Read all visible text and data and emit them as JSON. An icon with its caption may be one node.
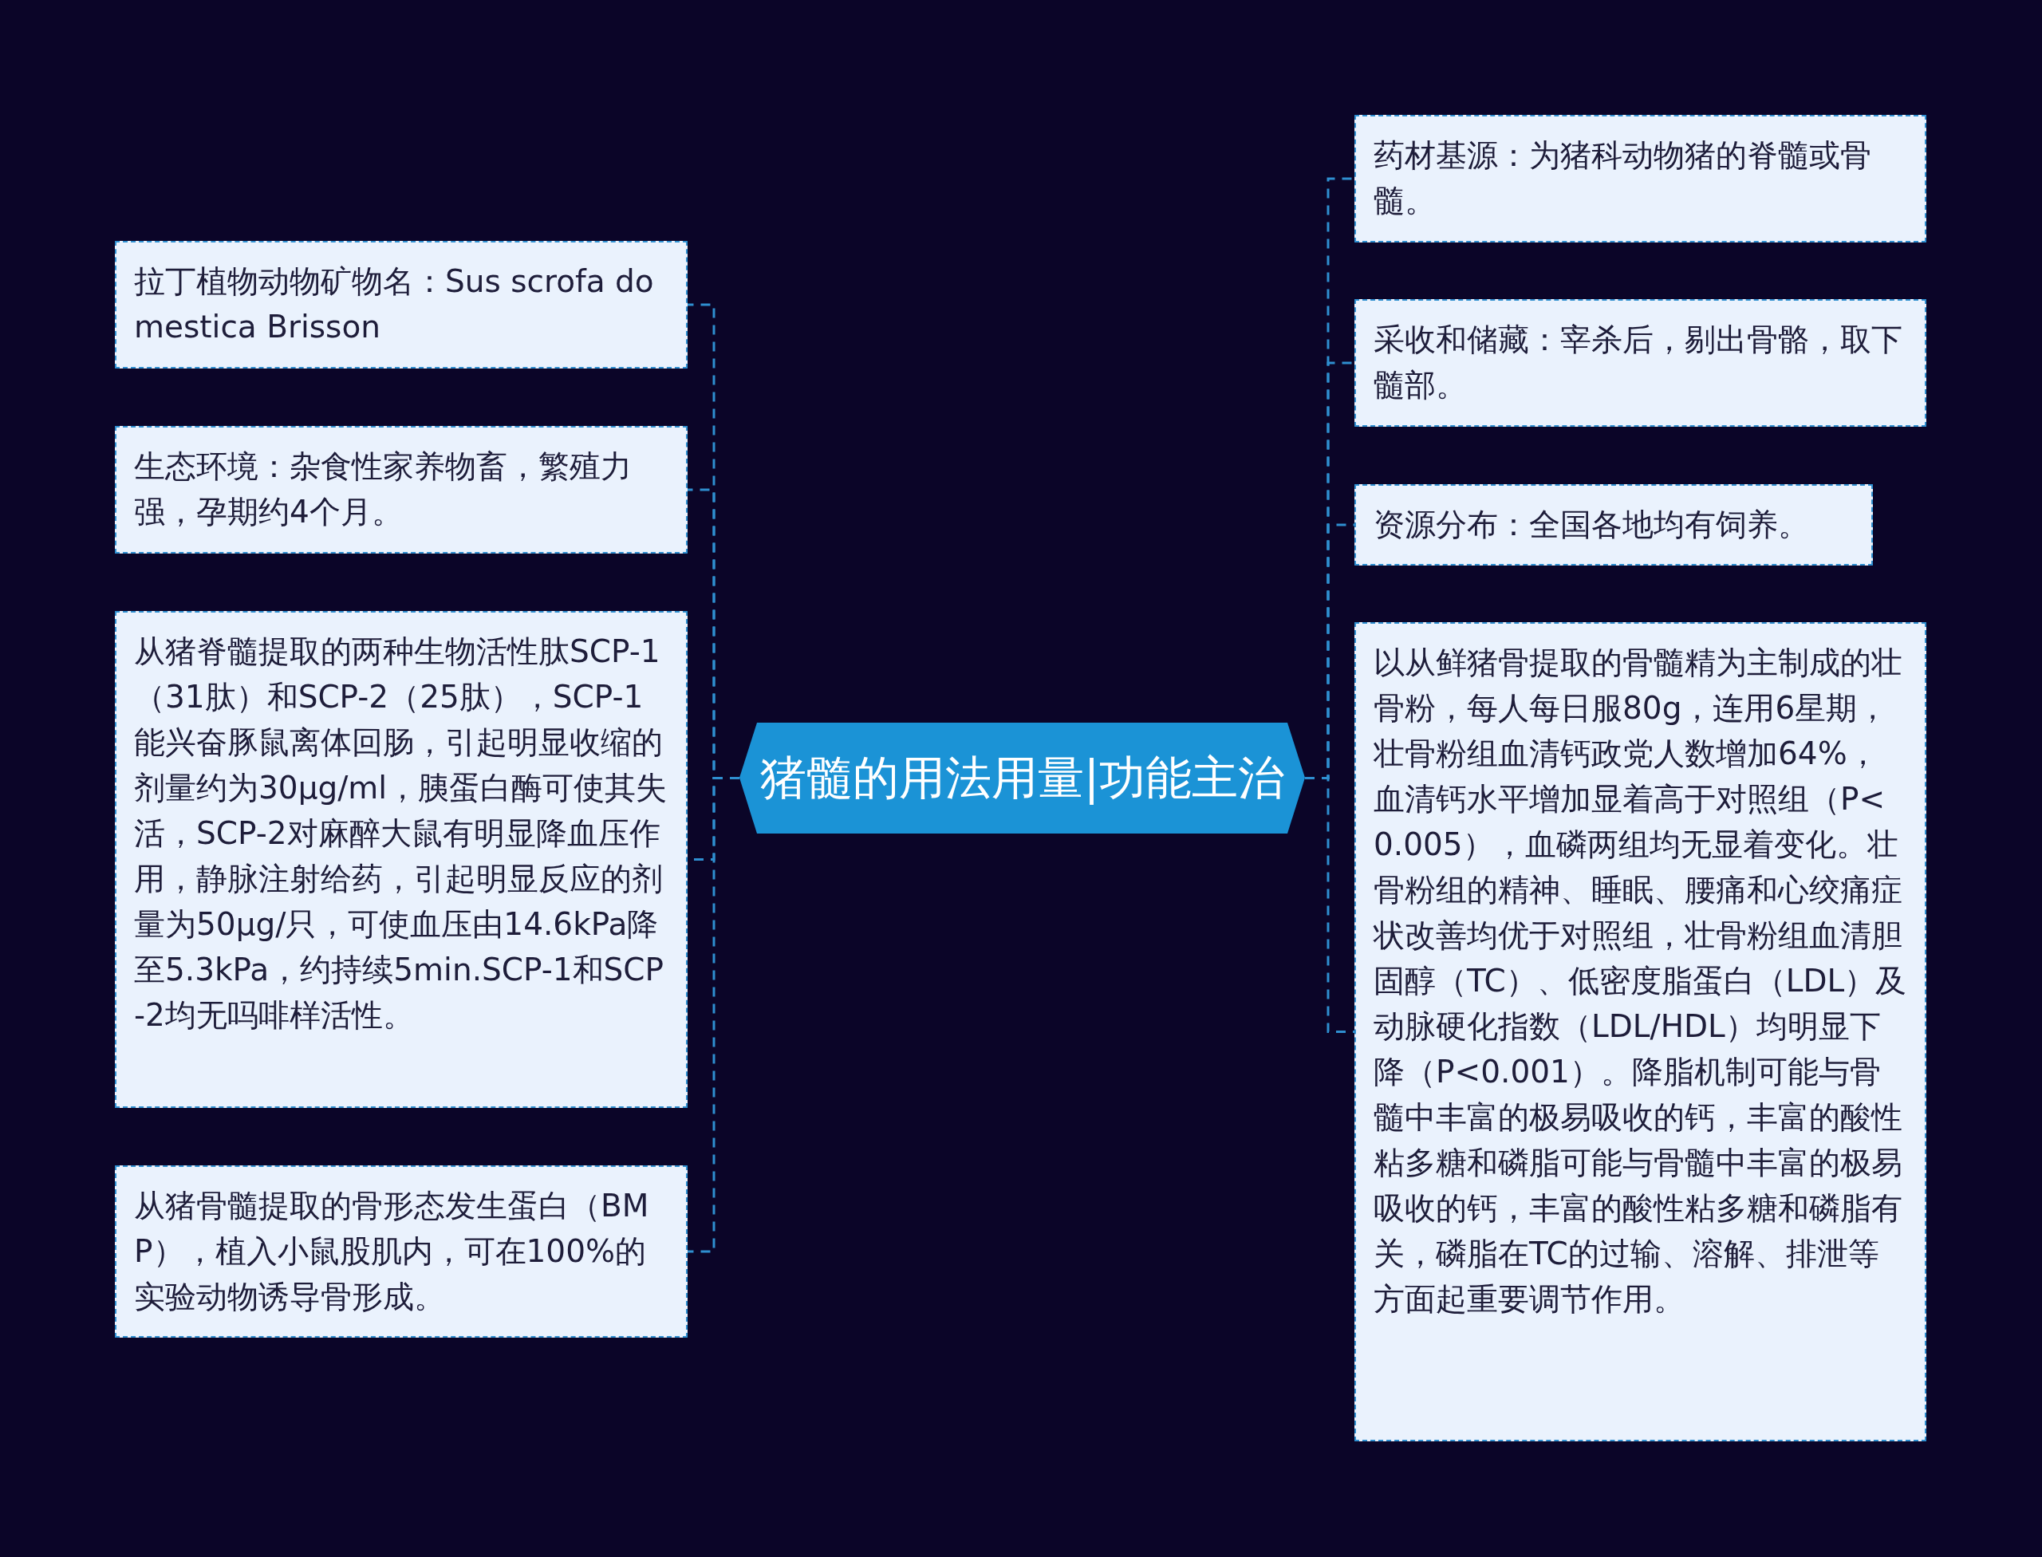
{
  "diagram": {
    "nodes": [
      {
        "text": [
          "猪髓的用法用量|功能主治"
        ]
      },
      {
        "text": [
          "拉丁植物动物矿物名：Sus scrofa domestica Brisson"
        ]
      },
      {
        "text": [
          "生态环境：杂食性家养物畜，繁殖力强，孕期约4个月。"
        ]
      },
      {
        "text": [
          "从猪脊髓提取的两种生物活性肽SCP-1（31肽）和SCP-2（25肽），SCP-1能兴奋豚鼠离体回肠，引起明显收缩的剂量约为30μg/ml，胰蛋白酶可使其失活，SCP-2对麻醉大鼠有明显降血压作用，静脉注射给药，引起明显反应的剂量为50μg/只，可使血压由14.6kPa降至5.3kPa，约持续5min.SCP-1和SCP-2均无吗啡样活性。"
        ]
      },
      {
        "text": [
          "从猪骨髓提取的骨形态发生蛋白（BMP），植入小鼠股肌内，可在100%的实验动物诱导骨形成。"
        ]
      },
      {
        "text": [
          "药材基源：为猪科动物猪的脊髓或骨髓。"
        ]
      },
      {
        "text": [
          "采收和储藏：宰杀后，剔出骨骼，取下髓部。"
        ]
      },
      {
        "text": [
          "资源分布：全国各地均有饲养。"
        ]
      },
      {
        "text": [
          "以从鲜猪骨提取的骨髓精为主制成的壮骨粉，每人每日服80g，连用6星期，壮骨粉组血清钙政党人数增加64%，血清钙水平增加显着高于对照组（P<0.005），血磷两组均无显着变化。壮骨粉组的精神、睡眠、腰痛和心绞痛症状改善均优于对照组，壮骨粉组血清胆固醇（TC）、低密度脂蛋白（LDL）及动脉硬化指数（LDL/HDL）均明显下降（P<0.001）。降脂机制可能与骨髓中丰富的极易吸收的钙，丰富的酸性粘多糖和磷脂可能与骨髓中丰富的极易吸收的钙，丰富的酸性粘多糖和磷脂有关，磷脂在TC的过输、溶解、排泄等方面起重要调节作用。"
        ]
      }
    ],
    "edges": [
      {
        "from": 0,
        "to": 1,
        "arrow": "none",
        "style": "dashed"
      },
      {
        "from": 0,
        "to": 2,
        "arrow": "none",
        "style": "dashed"
      },
      {
        "from": 0,
        "to": 3,
        "arrow": "none",
        "style": "dashed"
      },
      {
        "from": 0,
        "to": 4,
        "arrow": "none",
        "style": "dashed"
      },
      {
        "from": 0,
        "to": 5,
        "arrow": "none",
        "style": "dashed"
      },
      {
        "from": 0,
        "to": 6,
        "arrow": "none",
        "style": "dashed"
      },
      {
        "from": 0,
        "to": 7,
        "arrow": "none",
        "style": "dashed"
      },
      {
        "from": 0,
        "to": 8,
        "arrow": "none",
        "style": "dashed"
      }
    ]
  }
}
